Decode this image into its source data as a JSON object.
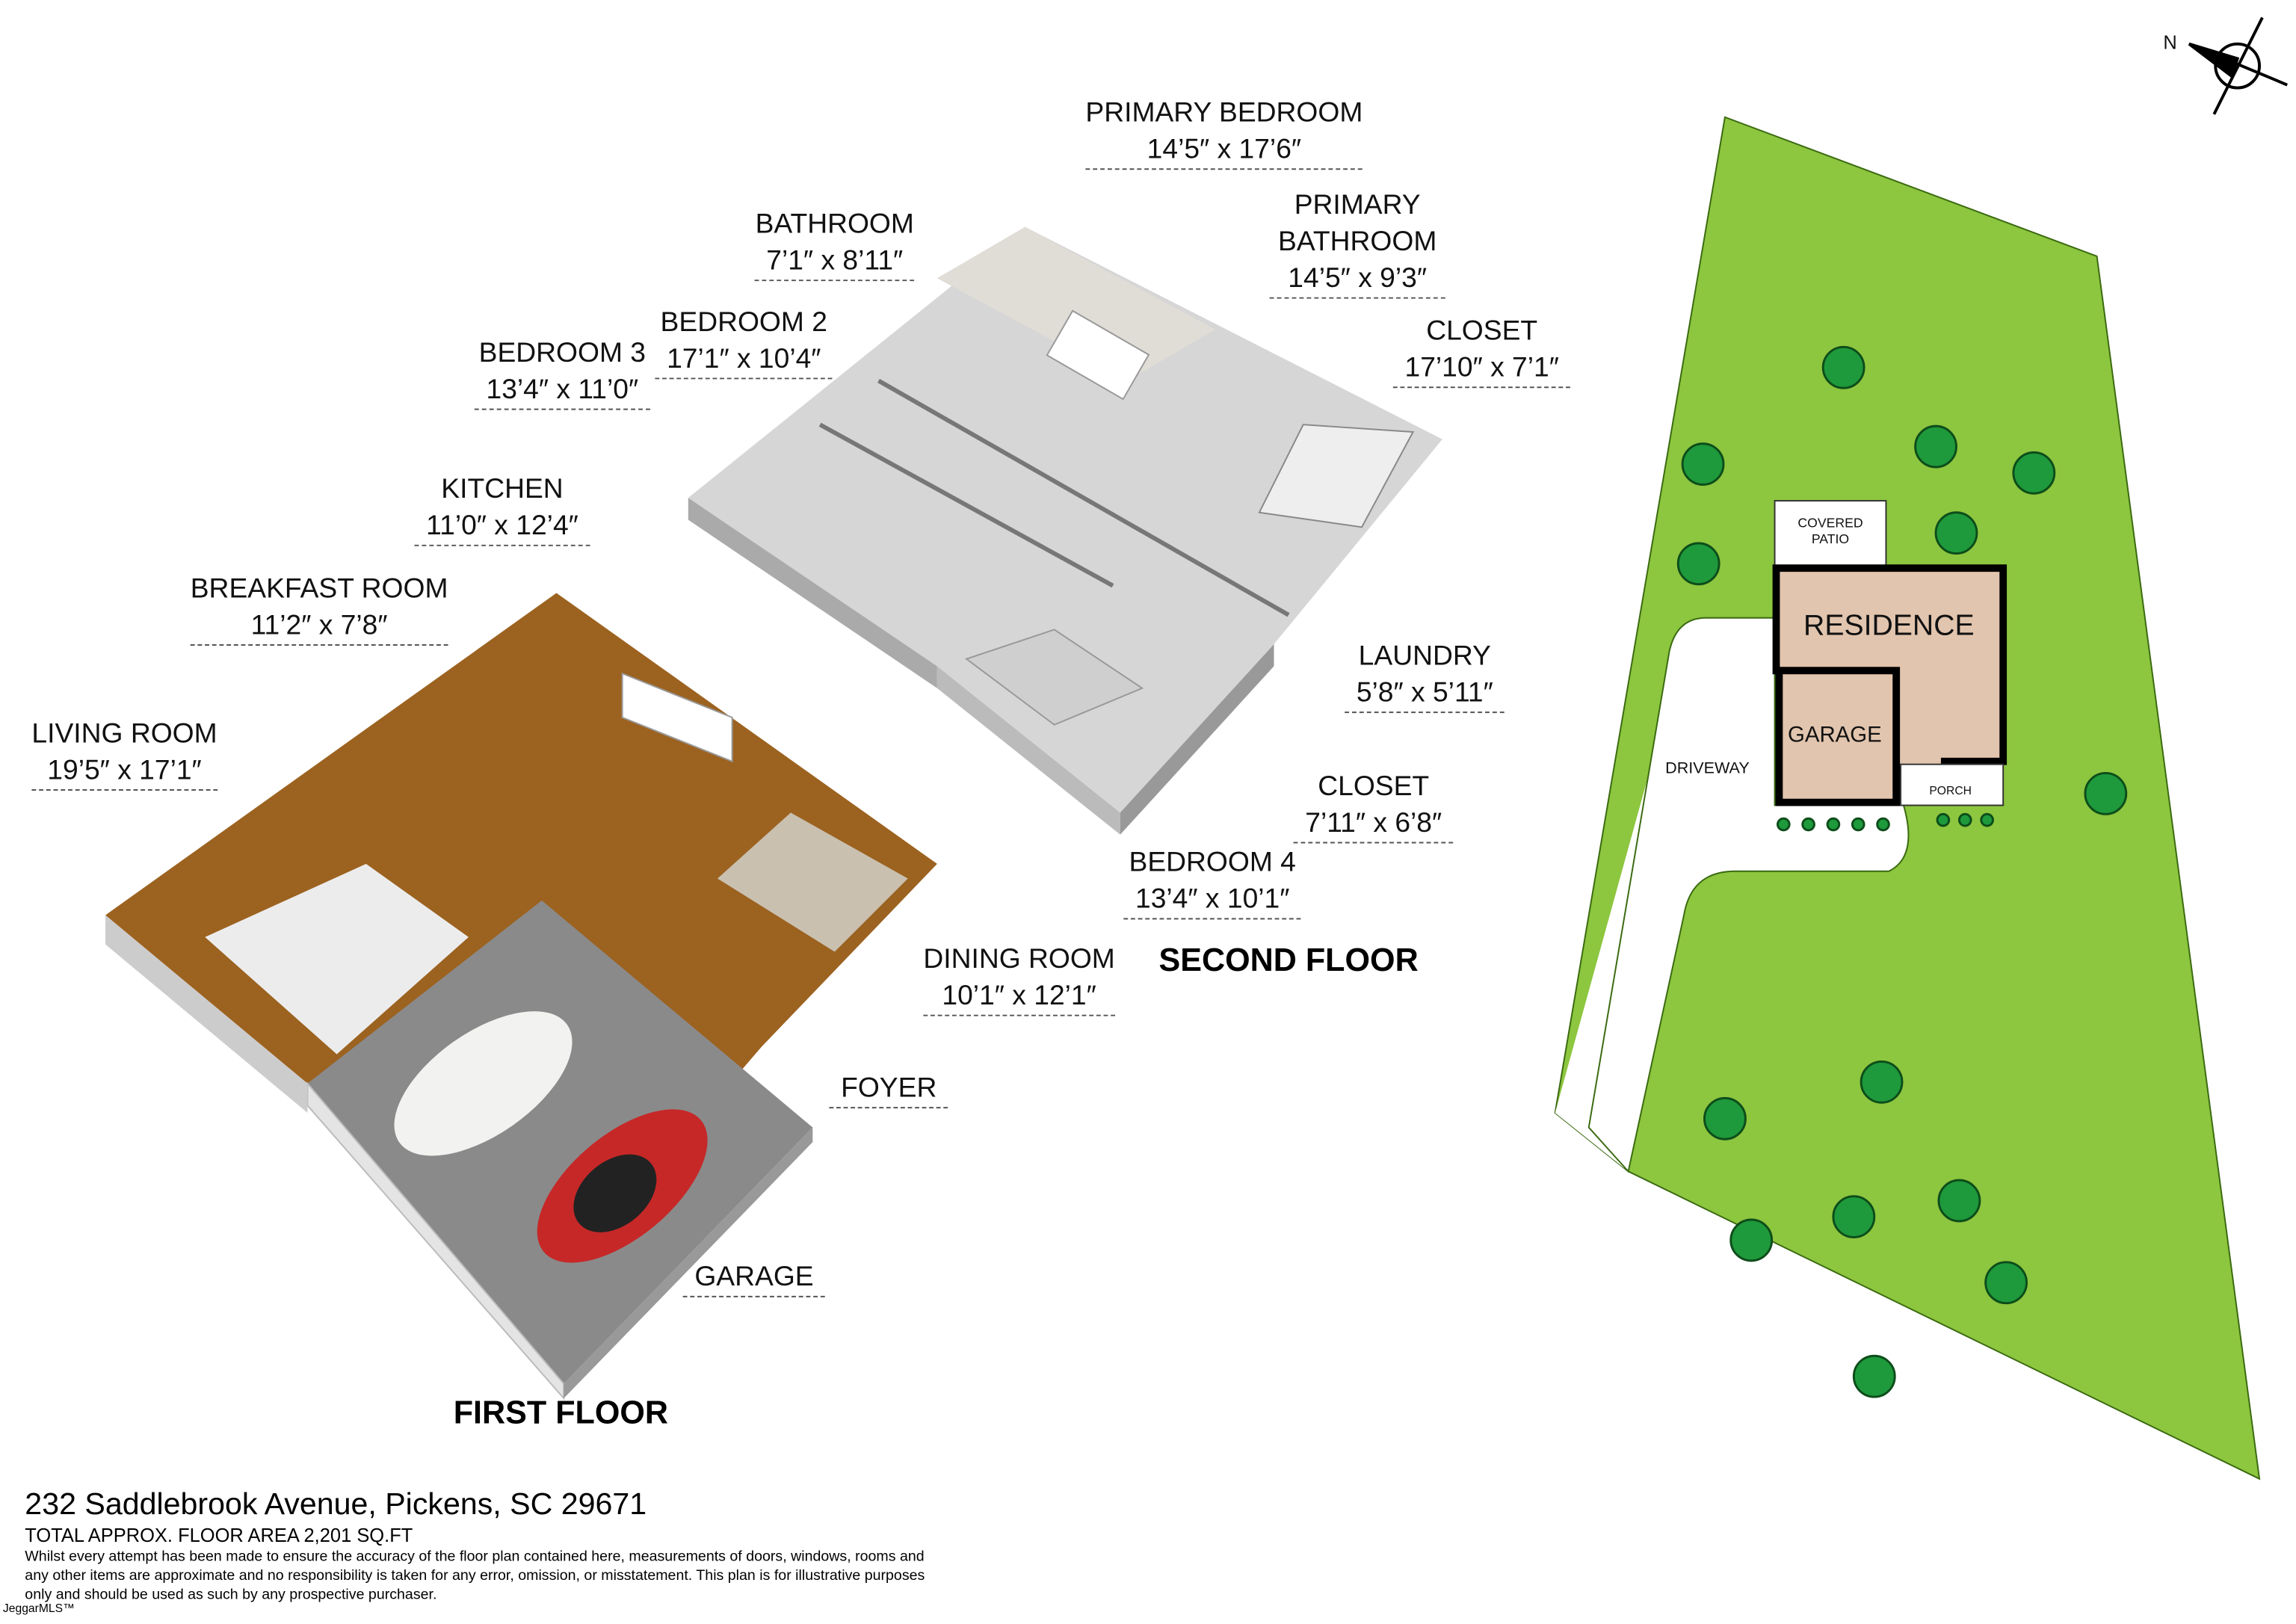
{
  "colors": {
    "lawn": "#8dc63f",
    "tree": "#1e9a3c",
    "residence": "#e2c5ae",
    "floor_wood": "#9c6220",
    "carpet": "#c9c9c9",
    "wall": "#e9e9e9"
  },
  "compass": {
    "label": "N"
  },
  "first_floor": {
    "title": "FIRST FLOOR",
    "rooms": [
      {
        "name": "LIVING ROOM",
        "dim": "19’5″ x 17’1″"
      },
      {
        "name": "BREAKFAST ROOM",
        "dim": "11’2″ x 7’8″"
      },
      {
        "name": "KITCHEN",
        "dim": "11’0″ x 12’4″"
      },
      {
        "name": "DINING ROOM",
        "dim": "10’1″ x 12’1″"
      },
      {
        "name": "FOYER",
        "dim": ""
      },
      {
        "name": "GARAGE",
        "dim": ""
      }
    ]
  },
  "second_floor": {
    "title": "SECOND FLOOR",
    "rooms": [
      {
        "name": "PRIMARY BEDROOM",
        "dim": "14’5″ x 17’6″"
      },
      {
        "name": "BATHROOM",
        "dim": "7’1″ x 8’11″"
      },
      {
        "name": "PRIMARY BATHROOM",
        "dim": "14’5″ x 9’3″"
      },
      {
        "name": "CLOSET",
        "dim": "17’10″ x 7’1″"
      },
      {
        "name": "BEDROOM 2",
        "dim": "17’1″ x 10’4″"
      },
      {
        "name": "BEDROOM 3",
        "dim": "13’4″ x 11’0″"
      },
      {
        "name": "LAUNDRY",
        "dim": "5’8″ x 5’11″"
      },
      {
        "name": "CLOSET",
        "dim": "7’11″ x 6’8″"
      },
      {
        "name": "BEDROOM 4",
        "dim": "13’4″ x 10’1″"
      }
    ]
  },
  "site_plan": {
    "covered_patio_1": "COVERED",
    "covered_patio_2": "PATIO",
    "residence": "RESIDENCE",
    "garage": "GARAGE",
    "driveway": "DRIVEWAY",
    "porch": "PORCH"
  },
  "footer": {
    "address": "232 Saddlebrook Avenue, Pickens, SC 29671",
    "area": "TOTAL APPROX. FLOOR AREA 2,201 SQ.FT",
    "disclaimer": "Whilst every attempt has been made to ensure the accuracy of the floor plan contained here, measurements of doors, windows, rooms and any other items are approximate and no responsibility is taken for any error, omission, or misstatement. This plan is for illustrative purposes only and should be used as such by any prospective purchaser.",
    "logo": "JeggarMLS™"
  }
}
